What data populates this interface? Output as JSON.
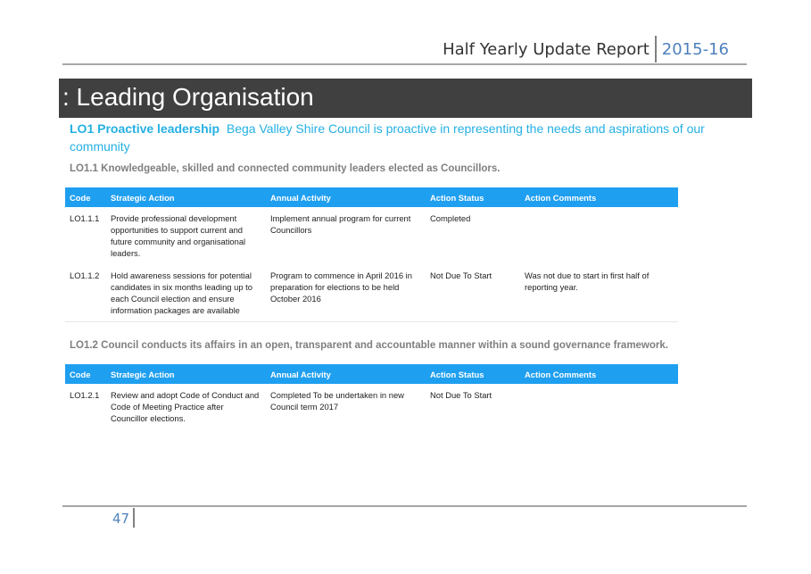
{
  "header": {
    "report_title": "Half Yearly Update Report",
    "year": "2015-16"
  },
  "section": {
    "title": ": Leading Organisation"
  },
  "objective": {
    "code_title": "LO1 Proactive leadership",
    "description": "Bega Valley Shire Council is proactive in representing the needs and aspirations of our community"
  },
  "columns": [
    "Code",
    "Strategic Action",
    "Annual Activity",
    "Action Status",
    "Action Comments"
  ],
  "strategies": [
    {
      "heading": "LO1.1 Knowledgeable, skilled and connected community leaders elected as Councillors.",
      "rows": [
        {
          "code": "LO1.1.1",
          "strategic_action": "Provide professional development opportunities to support current and future community and organisational leaders.",
          "annual_activity": "Implement annual program for current Councillors",
          "status": "Completed",
          "comments": ""
        },
        {
          "code": "LO1.1.2",
          "strategic_action": "Hold awareness sessions for potential candidates in six months leading up to each Council election and ensure information packages are available",
          "annual_activity": "Program to commence in April 2016 in preparation for elections to be held October 2016",
          "status": "Not Due To Start",
          "comments": "Was not due to start in first half of reporting year."
        }
      ]
    },
    {
      "heading": "LO1.2 Council conducts its affairs in an open, transparent and accountable manner within a sound governance framework.",
      "rows": [
        {
          "code": "LO1.2.1",
          "strategic_action": "Review and adopt Code of Conduct and Code of Meeting Practice after Councillor elections.",
          "annual_activity": "Completed To be undertaken in new Council term 2017",
          "status": "Not Due To Start",
          "comments": ""
        }
      ]
    }
  ],
  "footer": {
    "page_number": "47"
  },
  "colors": {
    "accent": "#24b0e3",
    "table_header": "#1f9ff0",
    "section_bar": "#404040",
    "year": "#4f81bd"
  }
}
